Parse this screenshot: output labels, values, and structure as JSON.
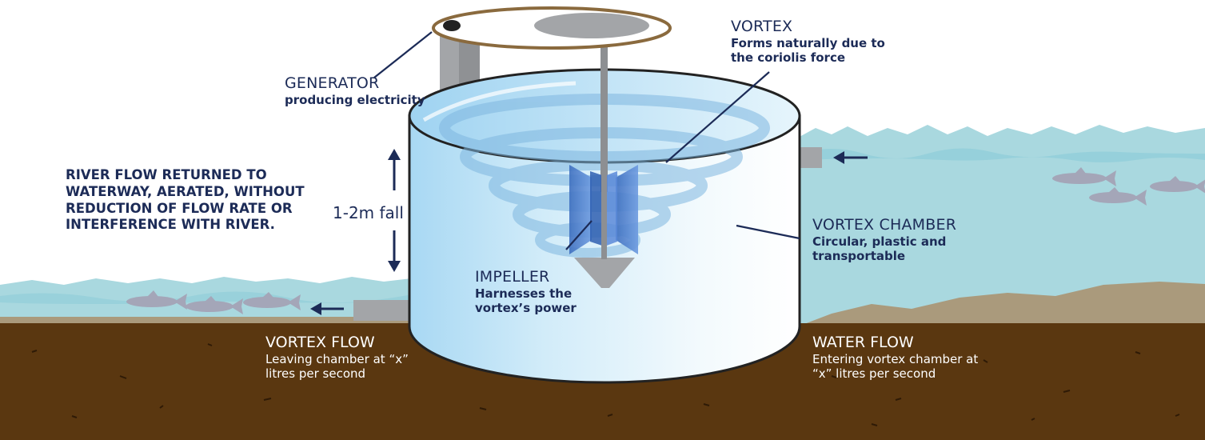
{
  "labels": {
    "generator": {
      "title": "GENERATOR",
      "subtitle": "producing electricity"
    },
    "vortex": {
      "title": "VORTEX",
      "line1": "Forms naturally due to",
      "line2": "the coriolis force"
    },
    "river_return": {
      "lines": [
        "RIVER FLOW RETURNED TO",
        "WATERWAY, AERATED, WITHOUT",
        "REDUCTION OF FLOW RATE OR",
        "INTERFERENCE WITH RIVER."
      ]
    },
    "fall": "1-2m fall",
    "vortex_chamber": {
      "title": "VORTEX CHAMBER",
      "line1": "Circular, plastic and",
      "line2": "transportable"
    },
    "impeller": {
      "title": "IMPELLER",
      "line1": "Harnesses the",
      "line2": "vortex’s power"
    },
    "vortex_flow": {
      "title": "VORTEX FLOW",
      "line1": "Leaving chamber at “x”",
      "line2": "litres per second"
    },
    "water_flow": {
      "title": "WATER FLOW",
      "line1": "Entering vortex chamber at",
      "line2": "“x” litres per second"
    }
  },
  "colors": {
    "text": "#1c2b57",
    "soil": "#5a3710",
    "water": "#a9d8df",
    "sand": "#aa9a7c",
    "pipe": "#a3a5a8",
    "impeller": "#4a7fd0",
    "generator_rim": "#8a6a3e"
  }
}
